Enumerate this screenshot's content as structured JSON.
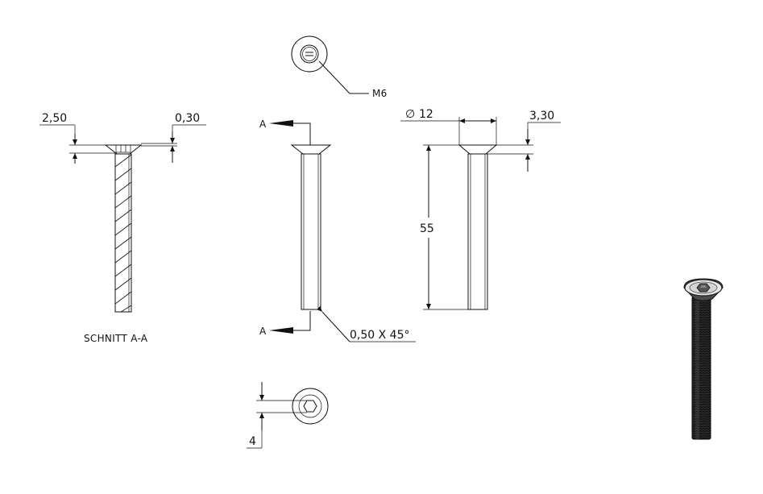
{
  "drawing": {
    "dimensions": {
      "section_left_gap": "2,50",
      "section_right_gap": "0,30",
      "head_diameter": "12",
      "diameter_symbol": "∅",
      "head_height": "3,30",
      "length": "55",
      "thread": "M6",
      "chamfer": "0,50 X 45°",
      "hex_width": "4"
    },
    "section": {
      "marker": "A",
      "label": "SCHNITT A-A"
    },
    "colors": {
      "line": "#111111",
      "background": "#ffffff",
      "render_body": "#1e1e1e"
    }
  }
}
